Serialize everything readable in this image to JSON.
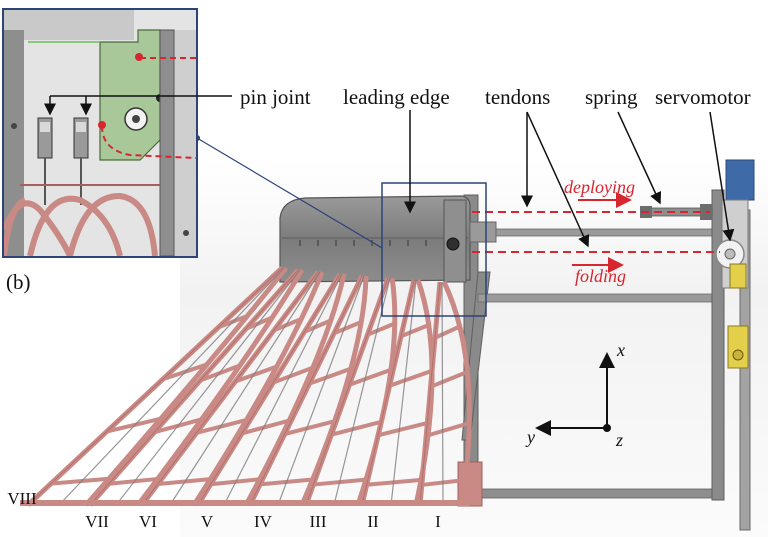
{
  "panel_label": "(b)",
  "labels": {
    "pin_joint": "pin joint",
    "leading_edge": "leading edge",
    "tendons": "tendons",
    "spring": "spring",
    "servomotor": "servomotor",
    "deploying": "deploying",
    "folding": "folding"
  },
  "axes": {
    "x": "x",
    "y": "y",
    "z": "z"
  },
  "feathers": [
    "VIII",
    "VII",
    "VI",
    "V",
    "IV",
    "III",
    "II",
    "I"
  ],
  "colors": {
    "feather": "#c98985",
    "feather_dark": "#a4605d",
    "frame": "#8a8a8a",
    "frame_dark": "#5f5f5f",
    "tendon_red": "#d8262e",
    "inset_border": "#2d4479",
    "bracket_green": "#a8c89a",
    "motor_blue": "#3e6aa8",
    "motor_yellow": "#e3cf4a"
  }
}
